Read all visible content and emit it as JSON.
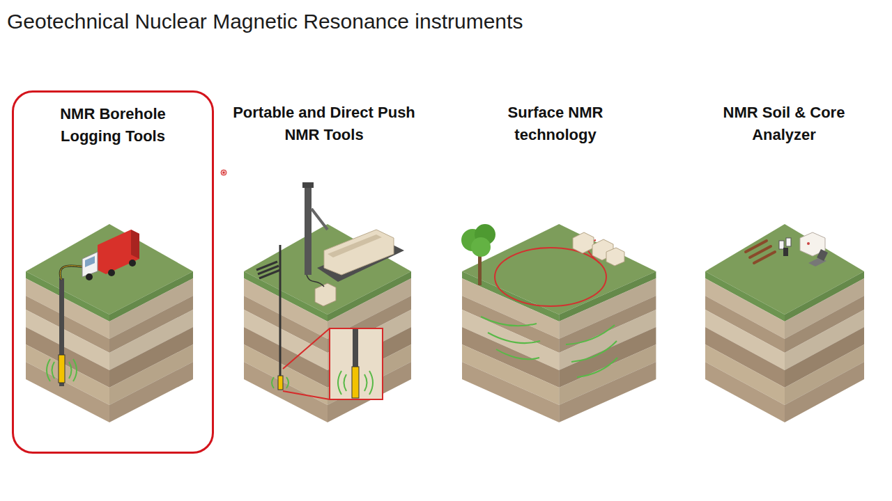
{
  "diagram": {
    "title": "Geotechnical Nuclear Magnetic Resonance instruments",
    "nodes": [
      {
        "text": [
          "NMR Borehole Logging Tools"
        ]
      }
    ],
    "labels": [
      "Portable and Direct Push NMR Tools",
      "Surface NMR technology",
      "NMR Soil & Core Analyzer"
    ]
  }
}
